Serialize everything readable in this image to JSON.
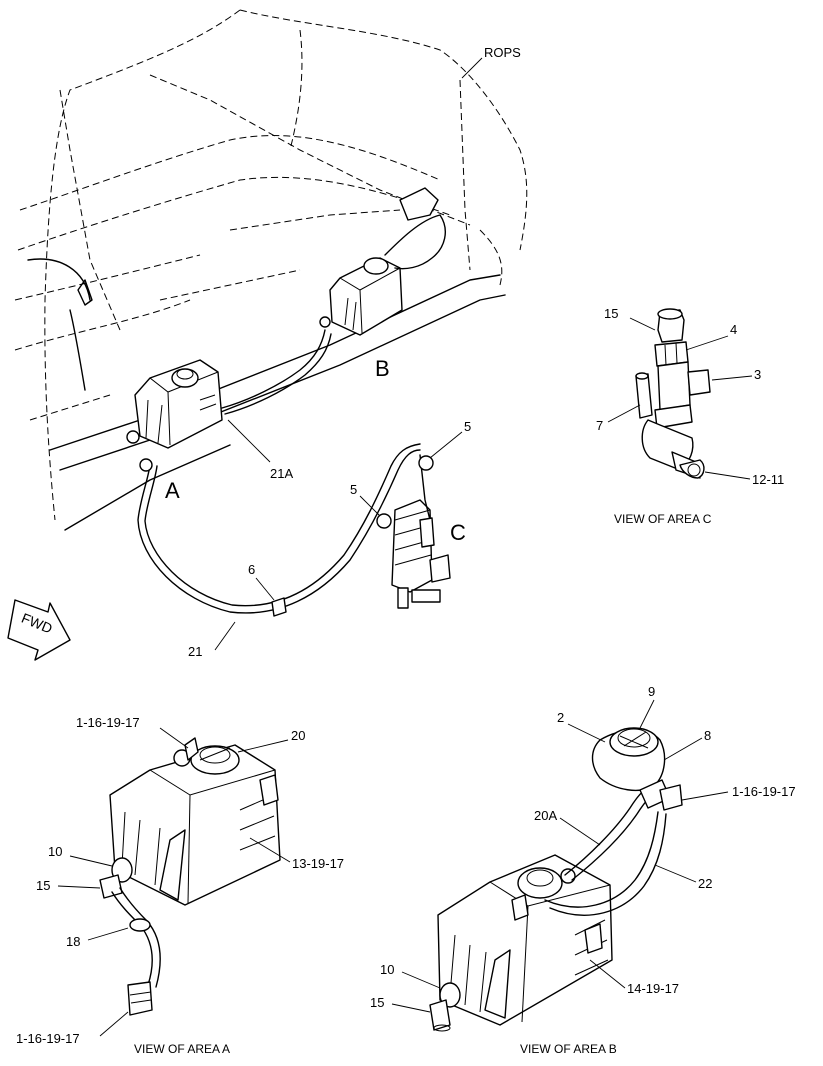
{
  "labels": {
    "rops": "ROPS",
    "area_a": "A",
    "area_b": "B",
    "area_c": "C",
    "fwd": "FWD",
    "c_21a": "21A",
    "c_21": "21",
    "c_6": "6",
    "c_5_upper": "5",
    "c_5_lower": "5",
    "c_15_c": "15",
    "c_4": "4",
    "c_3": "3",
    "c_7": "7",
    "c_12_11": "12-11",
    "c_1_16_19_17_a_top": "1-16-19-17",
    "c_20": "20",
    "c_10_a": "10",
    "c_15_a": "15",
    "c_13_19_17": "13-19-17",
    "c_18": "18",
    "c_1_16_19_17_a_bottom": "1-16-19-17",
    "c_2": "2",
    "c_9": "9",
    "c_8": "8",
    "c_1_16_19_17_b": "1-16-19-17",
    "c_20a": "20A",
    "c_22": "22",
    "c_10_b": "10",
    "c_15_b": "15",
    "c_14_19_17": "14-19-17"
  },
  "captions": {
    "view_c": "VIEW OF AREA  C",
    "view_a": "VIEW OF AREA  A",
    "view_b": "VIEW OF AREA  B"
  }
}
